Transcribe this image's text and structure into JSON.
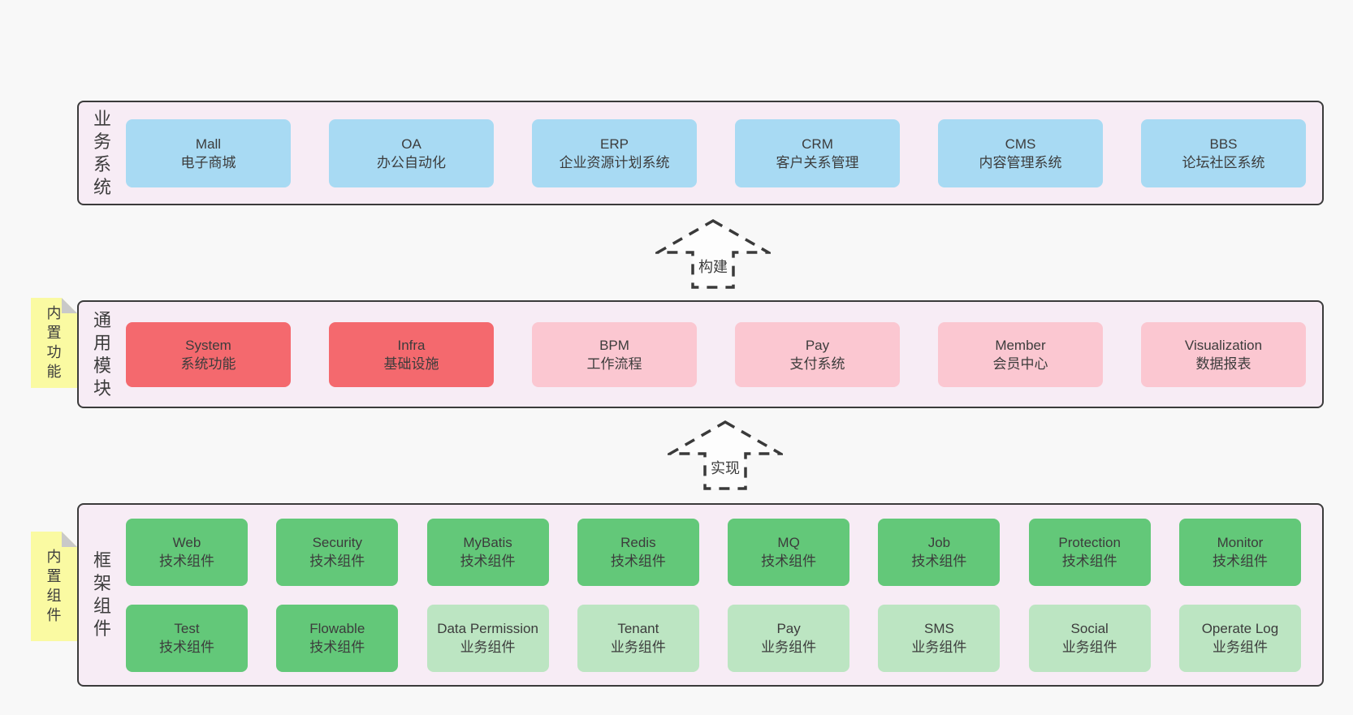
{
  "colors": {
    "page_bg": "#f8f8f8",
    "panel_bg": "#f7ecf5",
    "panel_border": "#3b3b3b",
    "text": "#3c3c3c",
    "blue": "#a8daf3",
    "red": "#f4696e",
    "pink": "#fbc7d1",
    "green_dark": "#63c879",
    "green_light": "#bce5c2",
    "yellow": "#fafaa2",
    "fold_gray": "#c9c9c9",
    "arrow_fill": "#fdfdfd"
  },
  "arrows": [
    {
      "label": "构建"
    },
    {
      "label": "实现"
    }
  ],
  "sections": {
    "business": {
      "side_label": "业务系统",
      "boxes": [
        {
          "title": "Mall",
          "subtitle": "电子商城",
          "variant": "blue"
        },
        {
          "title": "OA",
          "subtitle": "办公自动化",
          "variant": "blue"
        },
        {
          "title": "ERP",
          "subtitle": "企业资源计划系统",
          "variant": "blue"
        },
        {
          "title": "CRM",
          "subtitle": "客户关系管理",
          "variant": "blue"
        },
        {
          "title": "CMS",
          "subtitle": "内容管理系统",
          "variant": "blue"
        },
        {
          "title": "BBS",
          "subtitle": "论坛社区系统",
          "variant": "blue"
        }
      ]
    },
    "modules": {
      "side_label": "通用模块",
      "sticky_label": "内置功能",
      "boxes": [
        {
          "title": "System",
          "subtitle": "系统功能",
          "variant": "red"
        },
        {
          "title": "Infra",
          "subtitle": "基础设施",
          "variant": "red"
        },
        {
          "title": "BPM",
          "subtitle": "工作流程",
          "variant": "pink"
        },
        {
          "title": "Pay",
          "subtitle": "支付系统",
          "variant": "pink"
        },
        {
          "title": "Member",
          "subtitle": "会员中心",
          "variant": "pink"
        },
        {
          "title": "Visualization",
          "subtitle": "数据报表",
          "variant": "pink"
        }
      ]
    },
    "framework": {
      "side_label": "框架组件",
      "sticky_label": "内置组件",
      "rows": [
        [
          {
            "title": "Web",
            "subtitle": "技术组件",
            "variant": "green-dark"
          },
          {
            "title": "Security",
            "subtitle": "技术组件",
            "variant": "green-dark"
          },
          {
            "title": "MyBatis",
            "subtitle": "技术组件",
            "variant": "green-dark"
          },
          {
            "title": "Redis",
            "subtitle": "技术组件",
            "variant": "green-dark"
          },
          {
            "title": "MQ",
            "subtitle": "技术组件",
            "variant": "green-dark"
          },
          {
            "title": "Job",
            "subtitle": "技术组件",
            "variant": "green-dark"
          },
          {
            "title": "Protection",
            "subtitle": "技术组件",
            "variant": "green-dark"
          },
          {
            "title": "Monitor",
            "subtitle": "技术组件",
            "variant": "green-dark"
          }
        ],
        [
          {
            "title": "Test",
            "subtitle": "技术组件",
            "variant": "green-dark"
          },
          {
            "title": "Flowable",
            "subtitle": "技术组件",
            "variant": "green-dark"
          },
          {
            "title": "Data Permission",
            "subtitle": "业务组件",
            "variant": "green-light"
          },
          {
            "title": "Tenant",
            "subtitle": "业务组件",
            "variant": "green-light"
          },
          {
            "title": "Pay",
            "subtitle": "业务组件",
            "variant": "green-light"
          },
          {
            "title": "SMS",
            "subtitle": "业务组件",
            "variant": "green-light"
          },
          {
            "title": "Social",
            "subtitle": "业务组件",
            "variant": "green-light"
          },
          {
            "title": "Operate Log",
            "subtitle": "业务组件",
            "variant": "green-light"
          }
        ]
      ]
    }
  }
}
